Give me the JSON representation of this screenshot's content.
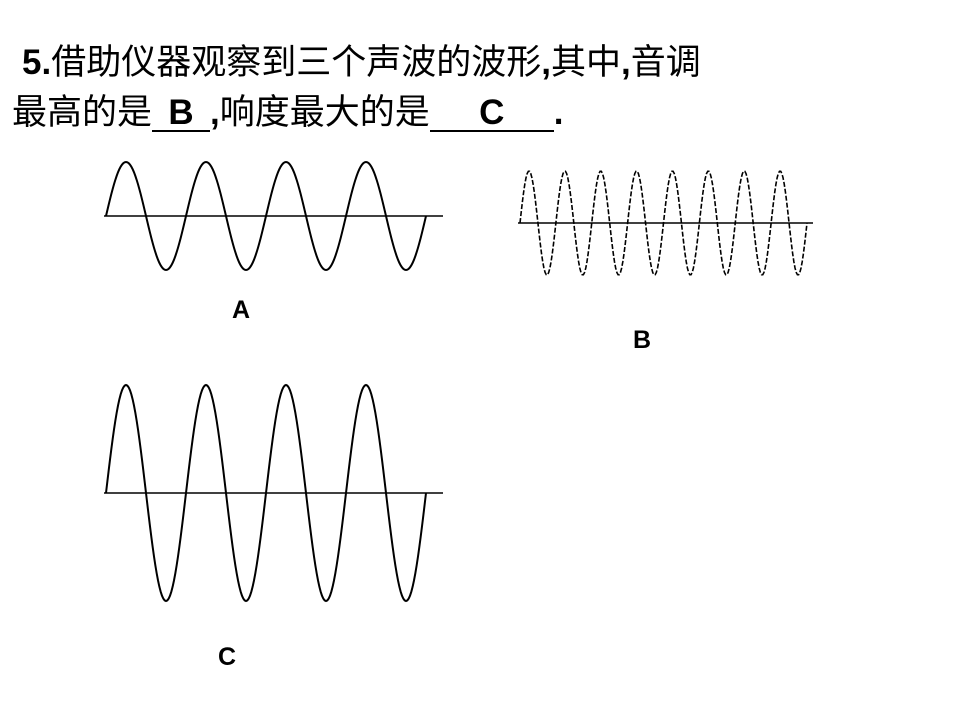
{
  "question": {
    "number": "5.",
    "text_part1": "借助仪器观察到三个声波的波形",
    "comma1": ",",
    "text_part2": "其中",
    "comma2": ",",
    "text_part3": "音调",
    "text_line2a": "最高的是",
    "answer_pitch": "B",
    "comma3": ",",
    "text_line2b": "响度最大的是",
    "answer_loudness": "C",
    "period": "."
  },
  "waves": [
    {
      "label": "A",
      "cycles": 4,
      "amplitude": 1.0,
      "style": "solid"
    },
    {
      "label": "B",
      "cycles": 8,
      "amplitude": 1.0,
      "style": "dashed"
    },
    {
      "label": "C",
      "cycles": 4,
      "amplitude": 2.0,
      "style": "solid"
    }
  ]
}
